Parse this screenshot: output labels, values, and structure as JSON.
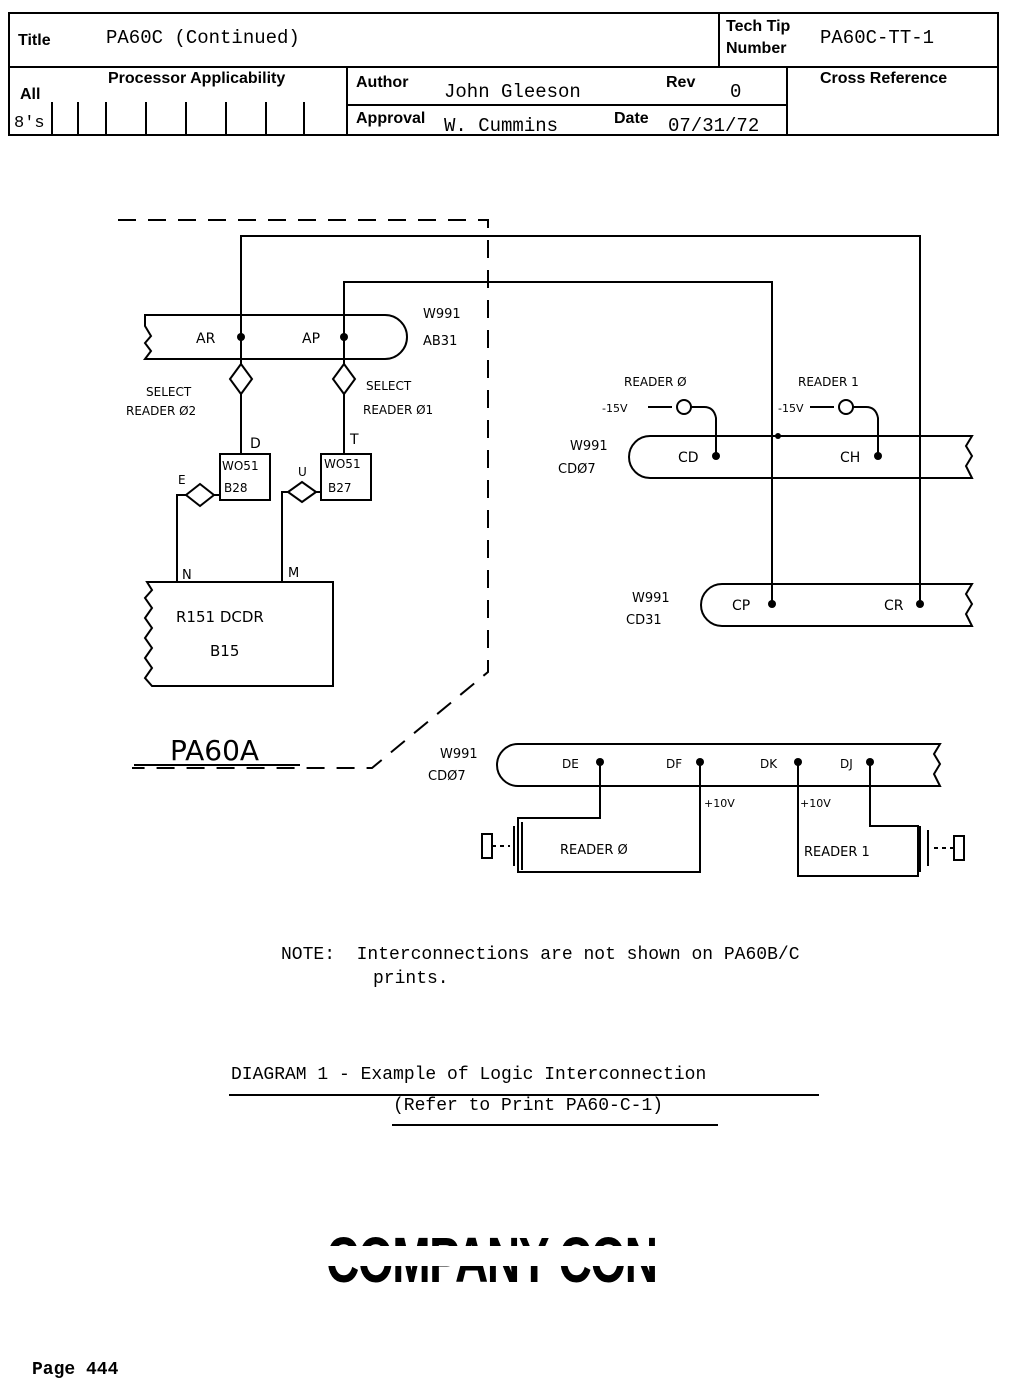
{
  "header": {
    "title_label": "Title",
    "title_value": "PA60C (Continued)",
    "tech_tip_label_1": "Tech Tip",
    "tech_tip_label_2": "Number",
    "tech_tip_value": "PA60C-TT-1",
    "applicability_label": "Processor Applicability",
    "applicability_all": "All",
    "applicability_value": "8's",
    "author_label": "Author",
    "author_value": "John Gleeson",
    "rev_label": "Rev",
    "rev_value": "0",
    "approval_label": "Approval",
    "approval_value": "W. Cummins",
    "date_label": "Date",
    "date_value": "07/31/72",
    "cross_reference_label": "Cross Reference"
  },
  "diagram": {
    "connector_ab31": {
      "pins": [
        "AR",
        "AP"
      ],
      "label": [
        "W991",
        "AB31"
      ]
    },
    "select_reader_2": [
      "SELECT",
      "READER Ø2"
    ],
    "select_reader_1": [
      "SELECT",
      "READER Ø1"
    ],
    "pin_d": "D",
    "pin_t": "T",
    "pin_e": "E",
    "pin_u": "U",
    "pin_n": "N",
    "pin_m": "M",
    "module_b28": [
      "WO51",
      "B28"
    ],
    "module_b27": [
      "WO51",
      "B27"
    ],
    "decoder": [
      "R151 DCDR",
      "B15"
    ],
    "pa60a_label": "PA60A",
    "connector_cd07_top": {
      "pins": [
        "CD",
        "CH"
      ],
      "label": [
        "W991",
        "CDØ7"
      ]
    },
    "reader_0_label": "READER Ø",
    "reader_1_label": "READER 1",
    "neg_15v": "-15V",
    "connector_cd31": {
      "pins": [
        "CP",
        "CR"
      ],
      "label": [
        "W991",
        "CD31"
      ]
    },
    "connector_cd07_bottom": {
      "pins": [
        "DE",
        "DF",
        "DK",
        "DJ"
      ],
      "label": [
        "W991",
        "CDØ7"
      ]
    },
    "plus_10v": "+10V",
    "reader_0_switch": "READER Ø",
    "reader_1_switch": "READER 1"
  },
  "note": {
    "label": "NOTE:",
    "line1": "Interconnections are not shown on PA60B/C",
    "line2": "prints."
  },
  "caption": {
    "line1": "DIAGRAM 1 - Example of Logic Interconnection",
    "line2": "(Refer to Print PA60-C-1)"
  },
  "footer": {
    "confidential": "COMPANY CONFIDENTIAL",
    "page": "Page 444"
  }
}
